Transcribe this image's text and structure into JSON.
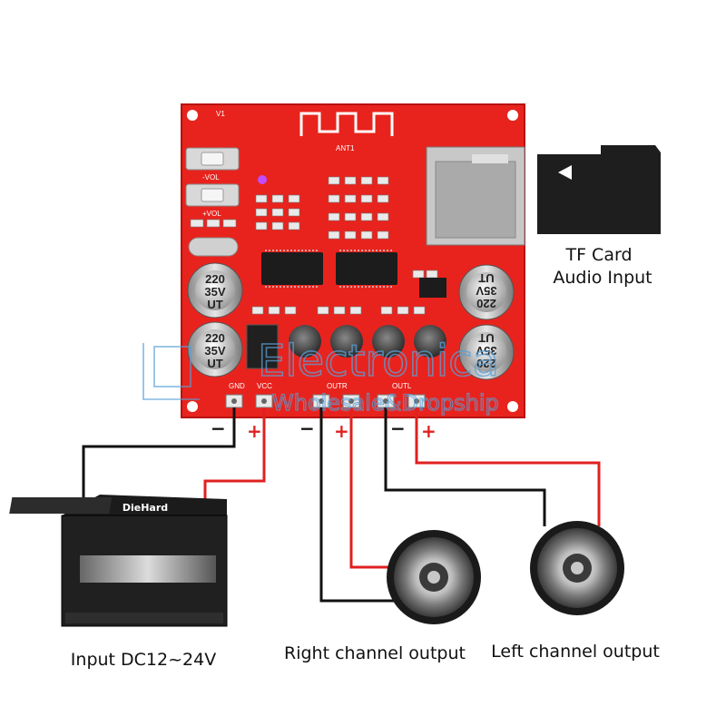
{
  "labels": {
    "tf_card_line1": "TF Card",
    "tf_card_line2": "Audio Input",
    "input": "Input DC12~24V",
    "right_output": "Right channel output",
    "left_output": "Left channel output"
  },
  "terminals": {
    "gnd": "GND",
    "vcc": "VCC",
    "outr": "OUTR",
    "outl": "OUTL",
    "minus": "−",
    "plus": "+"
  },
  "board": {
    "vol_minus": "-VOL",
    "vol_plus": "+VOL",
    "antenna": "ANT1",
    "cap_line1": "220",
    "cap_line2": "35V",
    "cap_line3": "UT",
    "corner_mark": "V1"
  },
  "battery": {
    "brand": "DieHard"
  },
  "watermark": {
    "line1": "Electronica",
    "line2": "Wholesale&Dropship"
  },
  "colors": {
    "pcb": "#e8231d",
    "wire_positive": "#e02020",
    "wire_negative": "#111111",
    "battery_body": "#1b1b1b",
    "watermark": "#5aa0d8"
  }
}
